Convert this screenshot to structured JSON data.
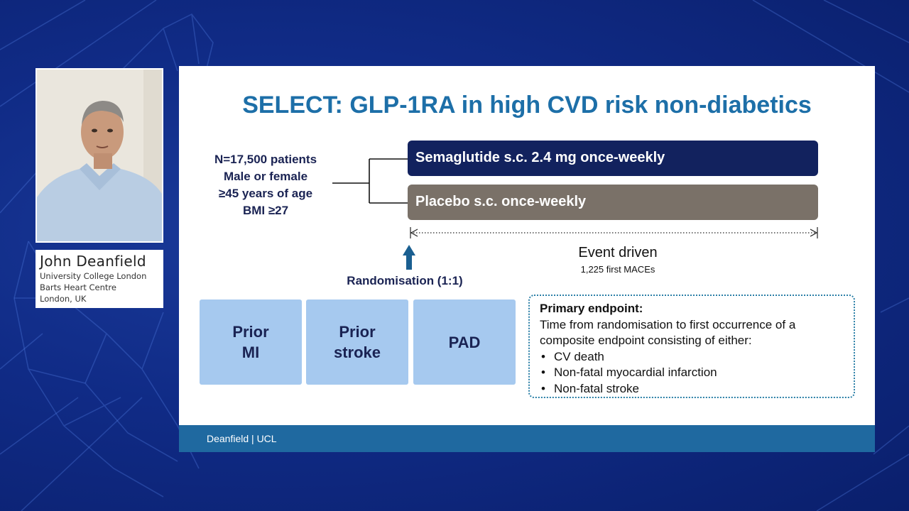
{
  "speaker": {
    "name": "John Deanfield",
    "affiliations": [
      "University College London",
      "Barts Heart Centre",
      "London, UK"
    ]
  },
  "slide": {
    "title": "SELECT: GLP-1RA in high CVD risk non-diabetics",
    "criteria": [
      "N=17,500 patients",
      "Male or female",
      "≥45 years of age",
      "BMI ≥27"
    ],
    "arms": {
      "semaglutide": "Semaglutide s.c. 2.4 mg once-weekly",
      "placebo": "Placebo s.c. once-weekly"
    },
    "event_driven": "Event driven",
    "event_sub": "1,225 first MACEs",
    "randomisation": "Randomisation (1:1)",
    "populations": [
      {
        "line1": "Prior",
        "line2": "MI"
      },
      {
        "line1": "Prior",
        "line2": "stroke"
      },
      {
        "line1": "PAD",
        "line2": ""
      }
    ],
    "primary_endpoint": {
      "title": "Primary endpoint:",
      "description": "Time from randomisation to first occurrence of a composite endpoint consisting of either:",
      "bullet_char": "•",
      "items": [
        "CV death",
        "Non-fatal myocardial infarction",
        "Non-fatal stroke"
      ]
    },
    "footer": "Deanfield | UCL"
  },
  "colors": {
    "background": "#102b86",
    "title": "#1d6fa8",
    "semaglutide_arm": "#12225e",
    "placebo_arm": "#7a7168",
    "population_box": "#a6c9ef",
    "footer_bar": "#1f69a0"
  }
}
